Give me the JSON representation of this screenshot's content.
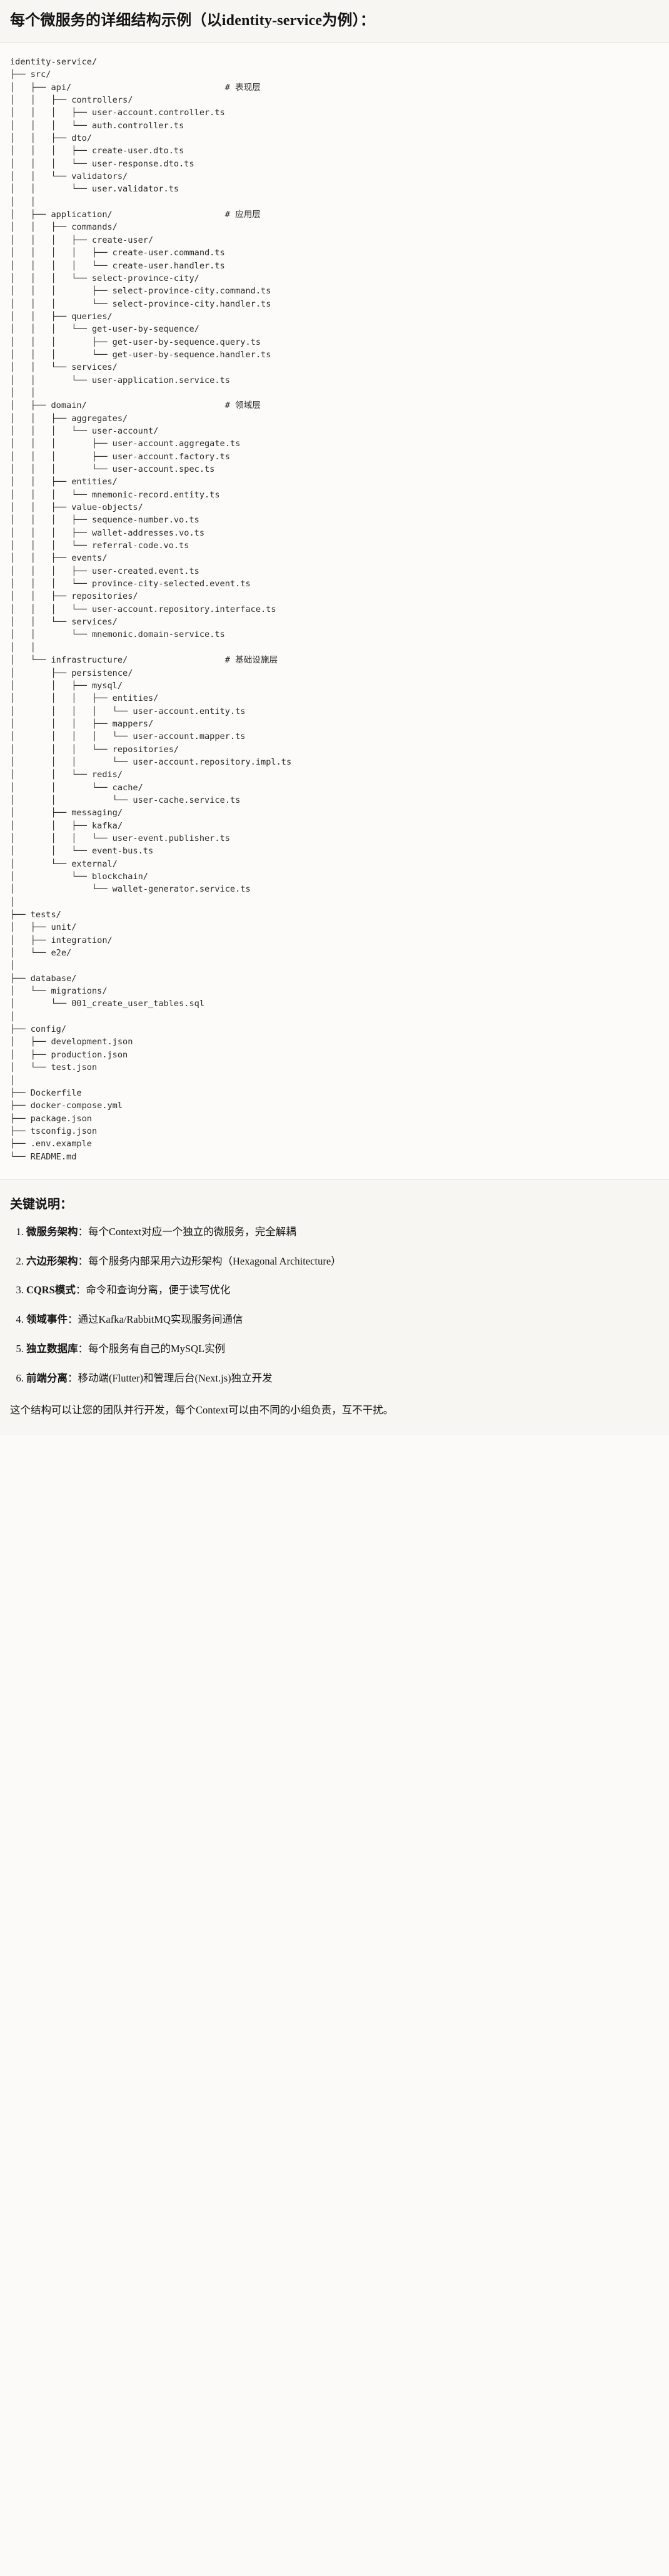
{
  "header": {
    "title": "每个微服务的详细结构示例（以identity-service为例）："
  },
  "tree": {
    "root": "identity-service/",
    "text": "identity-service/\n├── src/\n│   ├── api/                              # 表现层\n│   │   ├── controllers/\n│   │   │   ├── user-account.controller.ts\n│   │   │   └── auth.controller.ts\n│   │   ├── dto/\n│   │   │   ├── create-user.dto.ts\n│   │   │   └── user-response.dto.ts\n│   │   └── validators/\n│   │       └── user.validator.ts\n│   │\n│   ├── application/                      # 应用层\n│   │   ├── commands/\n│   │   │   ├── create-user/\n│   │   │   │   ├── create-user.command.ts\n│   │   │   │   └── create-user.handler.ts\n│   │   │   └── select-province-city/\n│   │   │       ├── select-province-city.command.ts\n│   │   │       └── select-province-city.handler.ts\n│   │   ├── queries/\n│   │   │   └── get-user-by-sequence/\n│   │   │       ├── get-user-by-sequence.query.ts\n│   │   │       └── get-user-by-sequence.handler.ts\n│   │   └── services/\n│   │       └── user-application.service.ts\n│   │\n│   ├── domain/                           # 领域层\n│   │   ├── aggregates/\n│   │   │   └── user-account/\n│   │   │       ├── user-account.aggregate.ts\n│   │   │       ├── user-account.factory.ts\n│   │   │       └── user-account.spec.ts\n│   │   ├── entities/\n│   │   │   └── mnemonic-record.entity.ts\n│   │   ├── value-objects/\n│   │   │   ├── sequence-number.vo.ts\n│   │   │   ├── wallet-addresses.vo.ts\n│   │   │   └── referral-code.vo.ts\n│   │   ├── events/\n│   │   │   ├── user-created.event.ts\n│   │   │   └── province-city-selected.event.ts\n│   │   ├── repositories/\n│   │   │   └── user-account.repository.interface.ts\n│   │   └── services/\n│   │       └── mnemonic.domain-service.ts\n│   │\n│   └── infrastructure/                   # 基础设施层\n│       ├── persistence/\n│       │   ├── mysql/\n│       │   │   ├── entities/\n│       │   │   │   └── user-account.entity.ts\n│       │   │   ├── mappers/\n│       │   │   │   └── user-account.mapper.ts\n│       │   │   └── repositories/\n│       │   │       └── user-account.repository.impl.ts\n│       │   └── redis/\n│       │       └── cache/\n│       │           └── user-cache.service.ts\n│       ├── messaging/\n│       │   ├── kafka/\n│       │   │   └── user-event.publisher.ts\n│       │   └── event-bus.ts\n│       └── external/\n│           └── blockchain/\n│               └── wallet-generator.service.ts\n│\n├── tests/\n│   ├── unit/\n│   ├── integration/\n│   └── e2e/\n│\n├── database/\n│   └── migrations/\n│       └── 001_create_user_tables.sql\n│\n├── config/\n│   ├── development.json\n│   ├── production.json\n│   └── test.json\n│\n├── Dockerfile\n├── docker-compose.yml\n├── package.json\n├── tsconfig.json\n├── .env.example\n└── README.md",
    "layer_comments": [
      "# 表现层",
      "# 应用层",
      "# 领域层",
      "# 基础设施层"
    ]
  },
  "notes": {
    "heading": "关键说明：",
    "items": [
      "微服务架构：每个Context对应一个独立的微服务，完全解耦",
      "六边形架构：每个服务内部采用六边形架构（Hexagonal Architecture）",
      "CQRS模式：命令和查询分离，便于读写优化",
      "领域事件：通过Kafka/RabbitMQ实现服务间通信",
      "独立数据库：每个服务有自己的MySQL实例",
      "前端分离：移动端(Flutter)和管理后台(Next.js)独立开发"
    ],
    "items_bold": [
      "微服务架构",
      "六边形架构",
      "CQRS模式",
      "领域事件",
      "独立数据库",
      "前端分离"
    ],
    "items_rest": [
      "：每个Context对应一个独立的微服务，完全解耦",
      "：每个服务内部采用六边形架构（Hexagonal Architecture）",
      "：命令和查询分离，便于读写优化",
      "：通过Kafka/RabbitMQ实现服务间通信",
      "：每个服务有自己的MySQL实例",
      "：移动端(Flutter)和管理后台(Next.js)独立开发"
    ],
    "closing": "这个结构可以让您的团队并行开发，每个Context可以由不同的小组负责，互不干扰。"
  },
  "colors": {
    "page_bg": "#fbfaf8",
    "band_bg": "#f7f6f2",
    "code_bg": "#fcfbf9",
    "rule": "#e3e1db",
    "text": "#1b1b1b",
    "code_text": "#2b2b2b"
  }
}
